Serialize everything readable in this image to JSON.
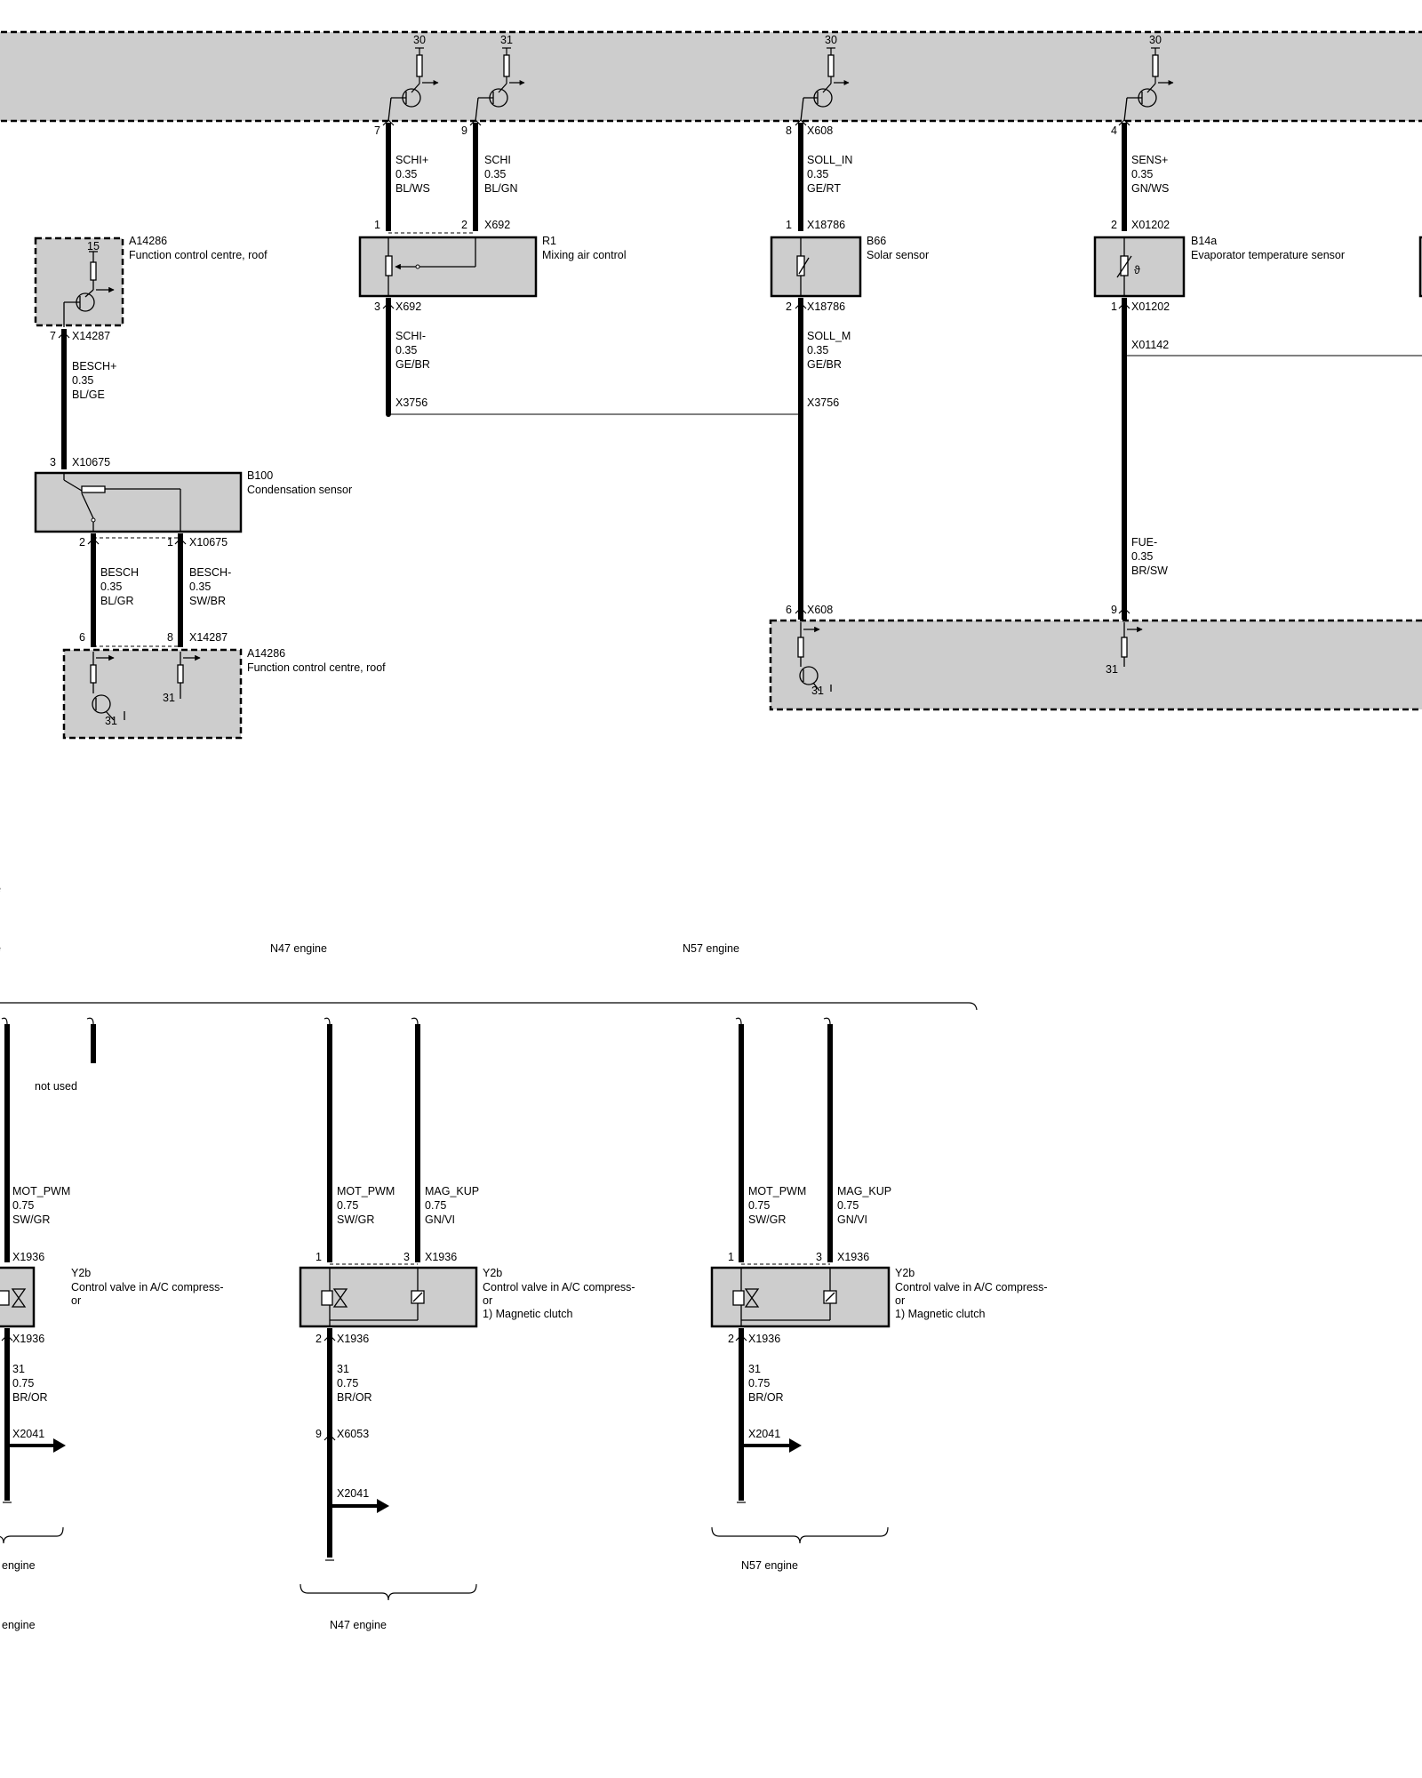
{
  "supply": {
    "t30_a": "30",
    "t31": "31",
    "t30_b": "30",
    "t30_c": "30"
  },
  "pins": {
    "p7": "7",
    "p9": "9",
    "p8": "8",
    "p4": "4",
    "r1_p1": "1",
    "r1_p2": "2",
    "r1_p3": "3",
    "b66_p1": "1",
    "b66_p2": "2",
    "b14_p2": "2",
    "b14_p1": "1",
    "a_p7": "7",
    "b100_p3": "3",
    "b100_p2": "2",
    "b100_p1": "1",
    "a2_p6": "6",
    "a2_p8": "8",
    "ecu2_p6": "6",
    "ecu2_p9": "9",
    "y2b_a_p1": "1",
    "y2b_a_p3": "3",
    "y2b_a_p2": "2",
    "x6053_p9": "9",
    "y2b_b_p1": "1",
    "y2b_b_p3": "3",
    "y2b_b_p2": "2"
  },
  "connectors": {
    "x608": "X608",
    "x608b": "X608",
    "x692_a": "X692",
    "x692_b": "X692",
    "x18786_a": "X18786",
    "x18786_b": "X18786",
    "x01202_a": "X01202",
    "x01202_b": "X01202",
    "x01142": "X01142",
    "x3756_a": "X3756",
    "x3756_b": "X3756",
    "x14287_a": "X14287",
    "x14287_b": "X14287",
    "x10675_a": "X10675",
    "x10675_b": "X10675",
    "x1936_l1": "X1936",
    "x1936_l2": "X1936",
    "x1936_a1": "X1936",
    "x1936_a2": "X1936",
    "x1936_b1": "X1936",
    "x1936_b2": "X1936",
    "x2041_l": "X2041",
    "x2041_a": "X2041",
    "x2041_b": "X2041",
    "x6053": "X6053"
  },
  "wires": {
    "schi_plus": {
      "name": "SCHI+",
      "size": "0.35",
      "color": "BL/WS"
    },
    "schi": {
      "name": "SCHI",
      "size": "0.35",
      "color": "BL/GN"
    },
    "soll_in": {
      "name": "SOLL_IN",
      "size": "0.35",
      "color": "GE/RT"
    },
    "sens_plus": {
      "name": "SENS+",
      "size": "0.35",
      "color": "GN/WS"
    },
    "schi_minus": {
      "name": "SCHI-",
      "size": "0.35",
      "color": "GE/BR"
    },
    "soll_m": {
      "name": "SOLL_M",
      "size": "0.35",
      "color": "GE/BR"
    },
    "besch_plus": {
      "name": "BESCH+",
      "size": "0.35",
      "color": "BL/GE"
    },
    "besch": {
      "name": "BESCH",
      "size": "0.35",
      "color": "BL/GR"
    },
    "besch_minus": {
      "name": "BESCH-",
      "size": "0.35",
      "color": "SW/BR"
    },
    "fue_minus": {
      "name": "FUE-",
      "size": "0.35",
      "color": "BR/SW"
    },
    "mot_l": {
      "name": "MOT_PWM",
      "size": "0.75",
      "color": "SW/GR"
    },
    "mot_a": {
      "name": "MOT_PWM",
      "size": "0.75",
      "color": "SW/GR"
    },
    "mag_a": {
      "name": "MAG_KUP",
      "size": "0.75",
      "color": "GN/VI"
    },
    "mot_b": {
      "name": "MOT_PWM",
      "size": "0.75",
      "color": "SW/GR"
    },
    "mag_b": {
      "name": "MAG_KUP",
      "size": "0.75",
      "color": "GN/VI"
    },
    "gnd_l": {
      "name": "31",
      "size": "0.75",
      "color": "BR/OR"
    },
    "gnd_a": {
      "name": "31",
      "size": "0.75",
      "color": "BR/OR"
    },
    "gnd_b": {
      "name": "31",
      "size": "0.75",
      "color": "BR/OR"
    }
  },
  "components": {
    "a14286_top": {
      "id": "A14286",
      "desc": "Function control centre, roof",
      "pin": "15"
    },
    "r1": {
      "id": "R1",
      "desc": "Mixing air control"
    },
    "b66": {
      "id": "B66",
      "desc": "Solar sensor"
    },
    "b14a": {
      "id": "B14a",
      "desc": "Evaporator temperature sensor",
      "theta": "ϑ"
    },
    "b100": {
      "id": "B100",
      "desc": "Condensation sensor"
    },
    "a14286_bot": {
      "id": "A14286",
      "desc": "Function control centre, roof",
      "g1": "31",
      "g2": "31"
    },
    "ecu2": {
      "g": "31",
      "g2": "31"
    },
    "y2b_l": {
      "id": "Y2b",
      "desc1": "Control valve in A/C compress-",
      "desc2": "or"
    },
    "y2b_a": {
      "id": "Y2b",
      "desc1": "Control valve in A/C compress-",
      "desc2": "or",
      "note": "1)    Magnetic clutch"
    },
    "y2b_b": {
      "id": "Y2b",
      "desc1": "Control valve in A/C compress-",
      "desc2": "or",
      "note": "1)    Magnetic clutch"
    }
  },
  "labels": {
    "e_top": "e",
    "e_mid": "e",
    "n47_top": "N47 engine",
    "n57_top": "N57 engine",
    "not_used": "not used",
    "engine_l1": "engine",
    "engine_l2": "engine",
    "n57_bot": "N57 engine",
    "n47_bot": "N47 engine"
  }
}
